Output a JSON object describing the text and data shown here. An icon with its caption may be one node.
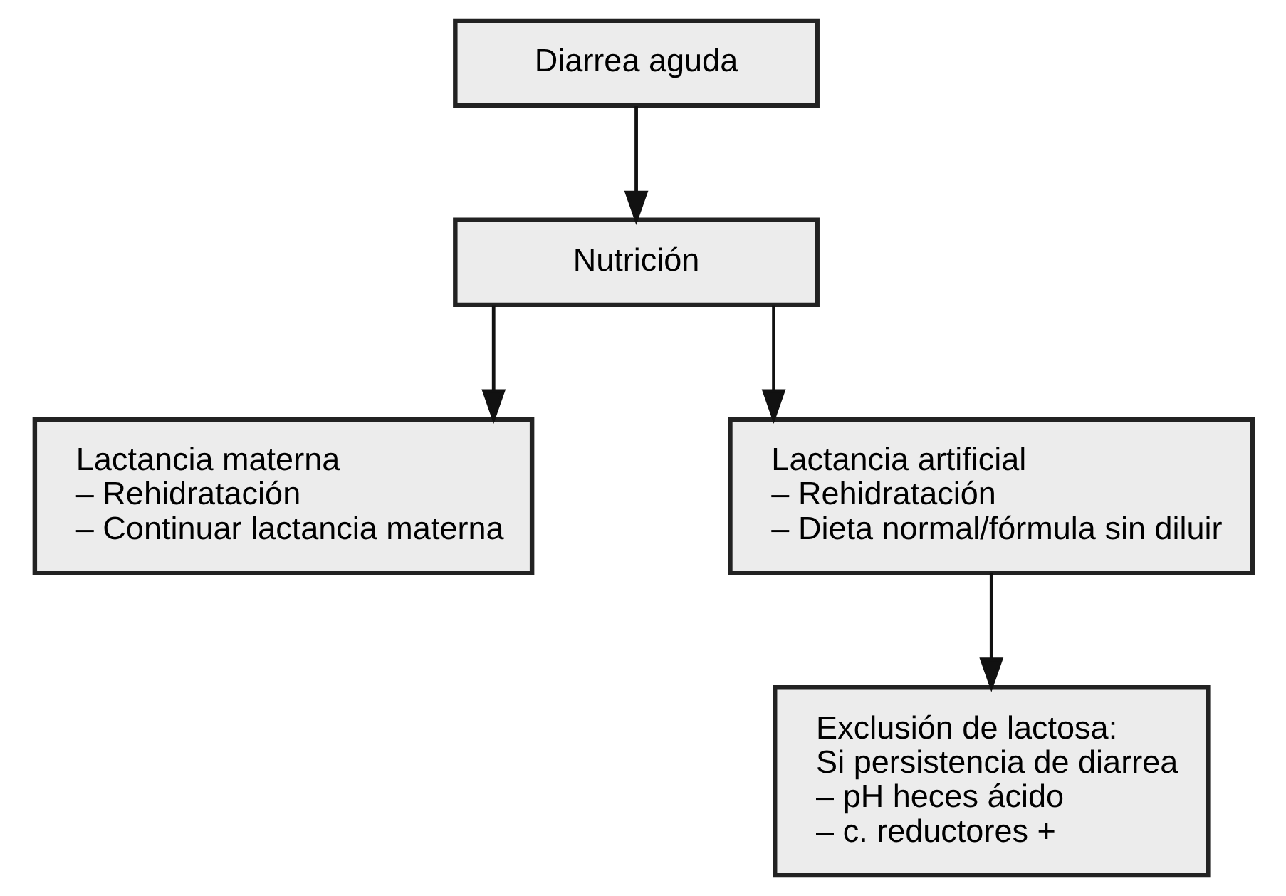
{
  "diagram": {
    "nodes": [
      {
        "text": [
          "Diarrea aguda"
        ]
      },
      {
        "text": [
          "Nutrición"
        ]
      },
      {
        "text": [
          "Lactancia materna",
          "– Rehidratación",
          "– Continuar lactancia materna"
        ]
      },
      {
        "text": [
          "Lactancia artificial",
          "– Rehidratación",
          "– Dieta normal/fórmula sin diluir"
        ]
      },
      {
        "text": [
          "Exclusión de lactosa:",
          "Si persistencia de diarrea",
          "– pH heces ácido",
          "– c. reductores +"
        ]
      }
    ],
    "edges": [
      {
        "from": 0,
        "to": 1,
        "arrow": "to"
      },
      {
        "from": 1,
        "to": 2,
        "arrow": "to"
      },
      {
        "from": 1,
        "to": 3,
        "arrow": "to"
      },
      {
        "from": 3,
        "to": 4,
        "arrow": "to"
      }
    ]
  }
}
